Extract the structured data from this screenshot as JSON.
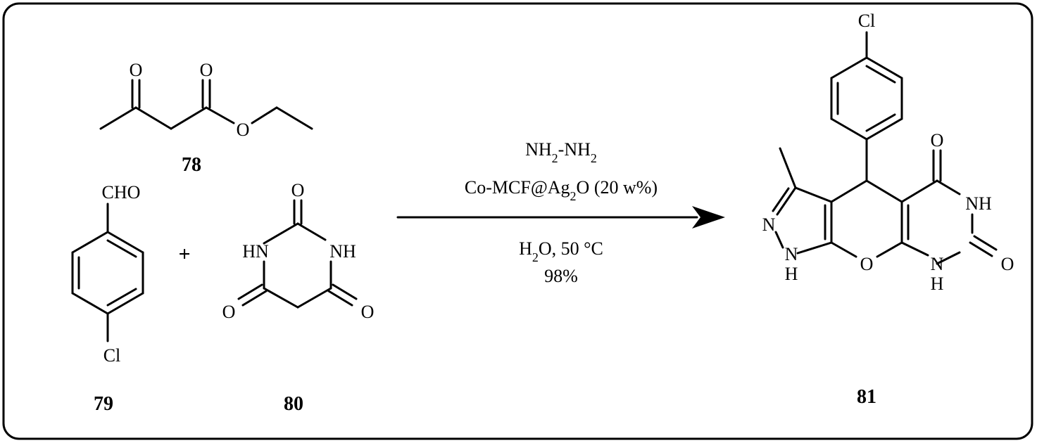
{
  "compounds": {
    "c78": {
      "number": "78"
    },
    "c79": {
      "number": "79",
      "labels": {
        "cho": "CHO",
        "cl": "Cl"
      }
    },
    "c80": {
      "number": "80",
      "labels": {
        "o_top": "O",
        "hn_left": "HN",
        "nh_right": "NH",
        "o_left": "O",
        "o_right": "O"
      }
    },
    "c81": {
      "number": "81",
      "labels": {
        "cl": "Cl",
        "o_top": "O",
        "nh_upper": "NH",
        "o_right": "O",
        "n_lower": "N",
        "h_lower": "H",
        "o_ring": "O",
        "n_left": "N",
        "nh_pz": "N",
        "h_pz": "H"
      }
    }
  },
  "c78_labels": {
    "o_ketone": "O",
    "o_ester_carbonyl": "O",
    "o_ester": "O"
  },
  "plus_sign": "+",
  "reaction": {
    "reagent_1": {
      "main": "NH",
      "sub1": "2",
      "mid": "-NH",
      "sub2": "2"
    },
    "catalyst": {
      "main": "Co-MCF@Ag",
      "sub": "2",
      "tail": "O (20 w%)"
    },
    "solvent_temp": {
      "main": "H",
      "sub": "2",
      "tail": "O, 50 °C"
    },
    "yield": "98%"
  },
  "colors": {
    "ink": "#000000",
    "background": "#ffffff",
    "frame": "#000000"
  }
}
